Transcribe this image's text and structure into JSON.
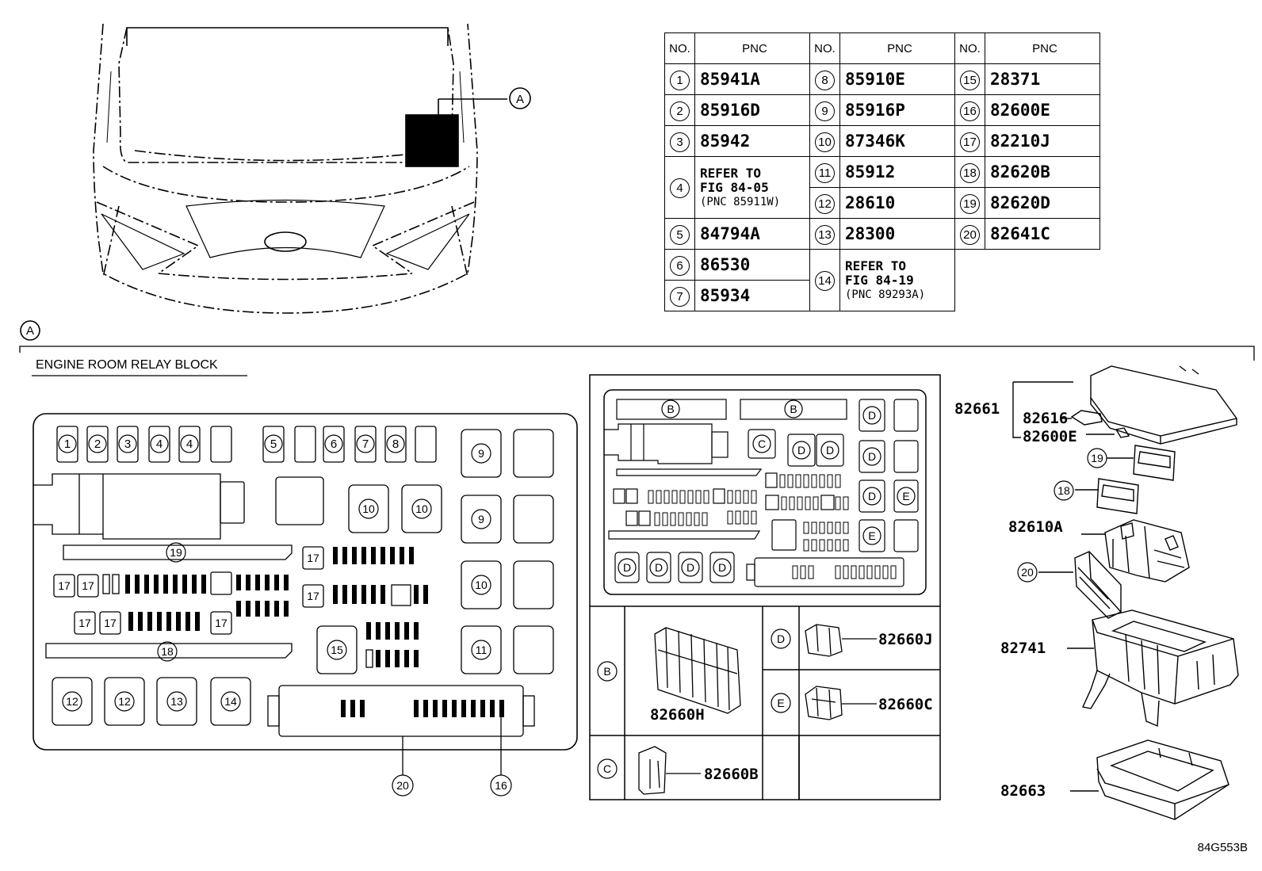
{
  "table": {
    "headers": {
      "no": "NO.",
      "pnc": "PNC"
    },
    "rows": [
      [
        {
          "no": "1",
          "pnc": "85941A"
        },
        {
          "no": "8",
          "pnc": "85910E"
        },
        {
          "no": "15",
          "pnc": "28371"
        }
      ],
      [
        {
          "no": "2",
          "pnc": "85916D"
        },
        {
          "no": "9",
          "pnc": "85916P"
        },
        {
          "no": "16",
          "pnc": "82600E"
        }
      ],
      [
        {
          "no": "3",
          "pnc": "85942"
        },
        {
          "no": "10",
          "pnc": "87346K"
        },
        {
          "no": "17",
          "pnc": "82210J"
        }
      ],
      [
        {
          "no": "4",
          "pnc": "REFER TO|FIG 84-05|(PNC 85911W)"
        },
        {
          "no": "11",
          "pnc": "85912"
        },
        {
          "no": "18",
          "pnc": "82620B"
        }
      ],
      [
        {
          "no": "",
          "pnc": ""
        },
        {
          "no": "12",
          "pnc": "28610"
        },
        {
          "no": "19",
          "pnc": "82620D"
        }
      ],
      [
        {
          "no": "5",
          "pnc": "84794A"
        },
        {
          "no": "13",
          "pnc": "28300"
        },
        {
          "no": "20",
          "pnc": "82641C"
        }
      ],
      [
        {
          "no": "6",
          "pnc": "86530"
        },
        {
          "no": "14",
          "pnc": "REFER TO|FIG 84-19|(PNC 89293A)"
        },
        {
          "no": "",
          "pnc": ""
        }
      ],
      [
        {
          "no": "7",
          "pnc": "85934"
        },
        {
          "no": "",
          "pnc": ""
        },
        {
          "no": "",
          "pnc": ""
        }
      ]
    ]
  },
  "callouts": {
    "view_marker": "A",
    "section_marker": "A",
    "section_title": "ENGINE ROOM RELAY BLOCK",
    "figure_code": "84G553B"
  },
  "block_labels": {
    "top_row": [
      "1",
      "2",
      "3",
      "4",
      "4",
      "5",
      "6",
      "7",
      "8"
    ],
    "nine": "9",
    "ten": "10",
    "eleven": "11",
    "twelve": "12",
    "thirteen": "13",
    "fourteen": "14",
    "fifteen": "15",
    "sixteen": "16",
    "seventeen": "17",
    "eighteen": "18",
    "nineteen": "19",
    "twenty": "20"
  },
  "connector_letters": {
    "b": "B",
    "c": "C",
    "d": "D",
    "e": "E"
  },
  "connector_parts": {
    "b": "82660H",
    "c": "82660B",
    "d": "82660J",
    "e": "82660C"
  },
  "exploded_parts": {
    "cover": "82661",
    "sub1": "82616",
    "sub2": "82600E",
    "p19": "19",
    "p18": "18",
    "block": "82610A",
    "p20": "20",
    "case": "82741",
    "lower": "82663"
  }
}
